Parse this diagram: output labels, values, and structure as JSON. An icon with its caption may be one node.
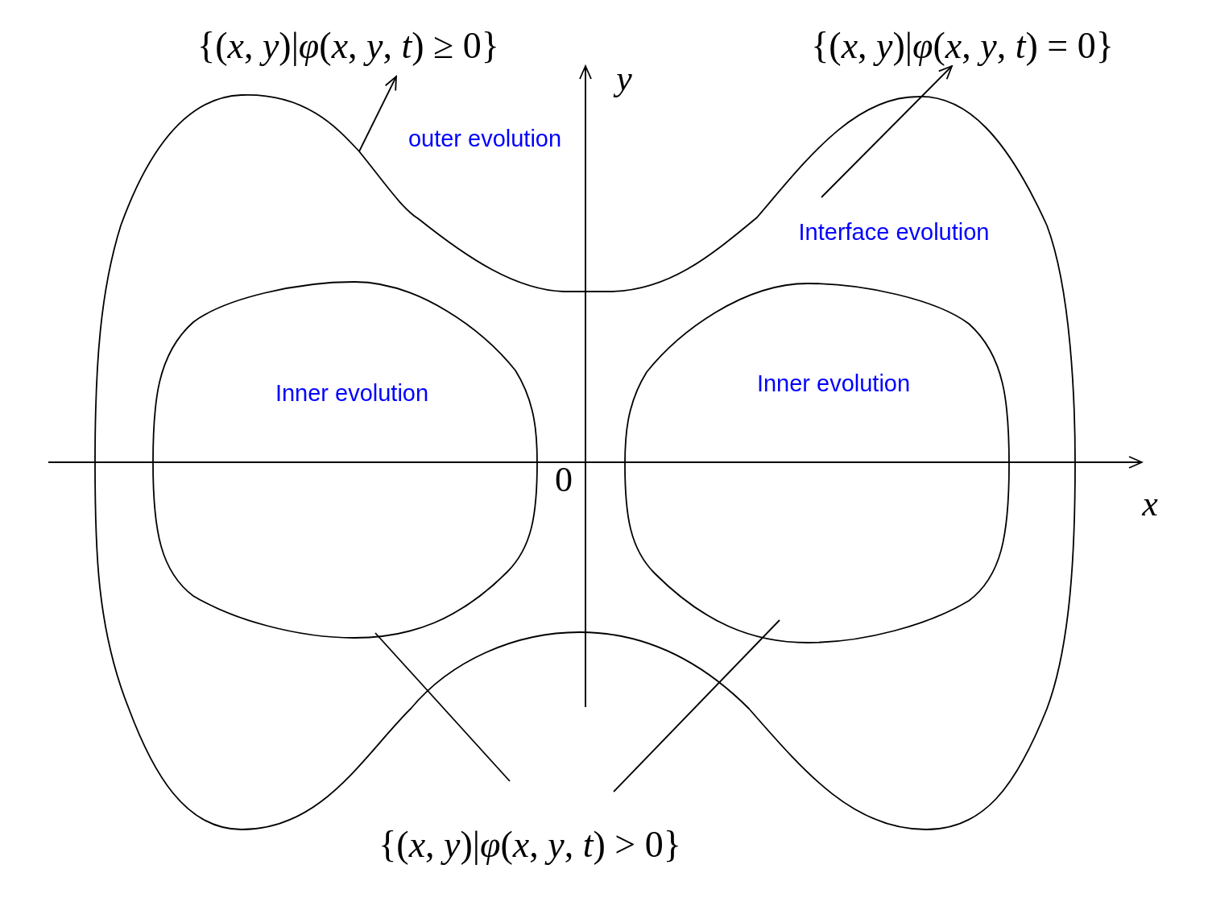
{
  "diagram": {
    "nodes": [
      {
        "text": [
          "{(*x*, *y*)|*φ*(*x*, *y*, *t*) ≥ 0}"
        ]
      },
      {
        "text": [
          "{(*x*, *y*)|*φ*(*x*, *y*, *t*) = 0}"
        ]
      },
      {
        "text": [],
        "shape": "curve"
      },
      {
        "text": [
          "Inner evolution"
        ],
        "in": 2
      },
      {
        "text": [
          "Inner evolution"
        ],
        "in": 2
      },
      {
        "text": [
          "{(*x*, *y*)|*φ*(*x*, *y*, *t*) > 0}"
        ]
      }
    ],
    "edges": [
      {
        "from": 2,
        "to": 0,
        "arrow": "to"
      },
      {
        "from": null,
        "to": 1,
        "arrow": "to"
      },
      {
        "from": 5,
        "to": 3,
        "arrow": "none"
      },
      {
        "from": 5,
        "to": 4,
        "arrow": "none"
      }
    ],
    "labels": [
      "*y*",
      "outer evolution",
      "Interface evolution",
      "0",
      "*x*"
    ]
  }
}
